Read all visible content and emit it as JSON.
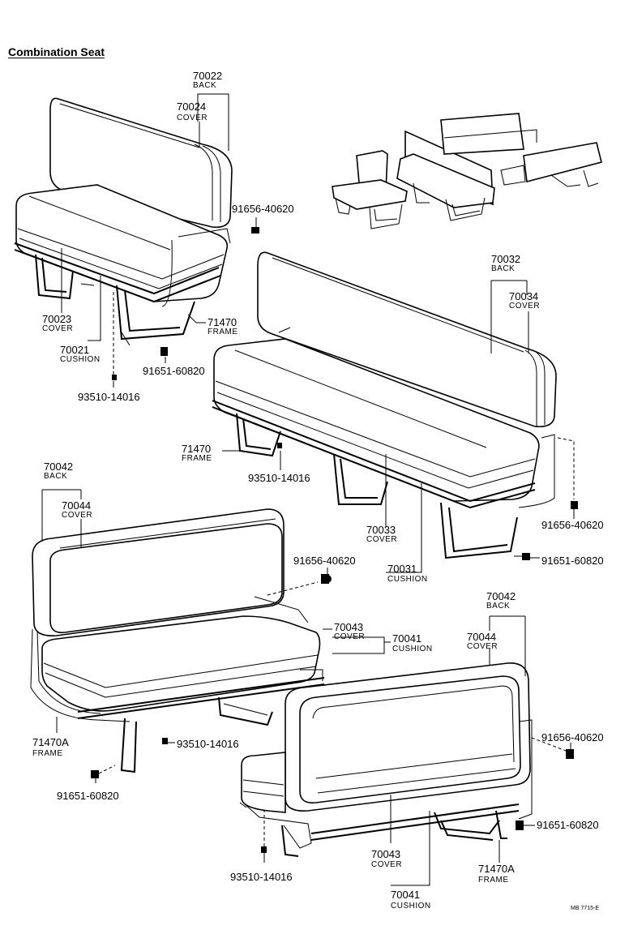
{
  "title": "Combination Seat",
  "footer_ref": "MB 7715-E",
  "labels": {
    "a70022": "70022",
    "a_back": "BACK",
    "a70024": "70024",
    "a_cover": "COVER",
    "a70023": "70023",
    "a_cover2": "COVER",
    "a70021": "70021",
    "a_cushion": "CUSHION",
    "a71470": "71470",
    "a_frame": "FRAME",
    "a91656": "91656-40620",
    "a91651": "91651-60820",
    "a93510": "93510-14016",
    "b70032": "70032",
    "b_back": "BACK",
    "b70034": "70034",
    "b_cover": "COVER",
    "b71470": "71470",
    "b_frame": "FRAME",
    "b93510": "93510-14016",
    "b70033": "70033",
    "b_cover2": "COVER",
    "b70031": "70031",
    "b_cushion": "CUSHION",
    "b91656": "91656-40620",
    "b91651": "91651-60820",
    "c70042": "70042",
    "c_back": "BACK",
    "c70044": "70044",
    "c_cover": "COVER",
    "c91656": "91656-40620",
    "c70043": "70043",
    "c_cover2": "COVER",
    "c70041": "70041",
    "c_cushion": "CUSHION",
    "c71470a": "71470A",
    "c_frame": "FRAME",
    "c93510": "93510-14016",
    "c91651": "91651-60820",
    "d70042": "70042",
    "d_back": "BACK",
    "d70044": "70044",
    "d_cover": "COVER",
    "d91656": "91656-40620",
    "d91651": "91651-60820",
    "d93510": "93510-14016",
    "d70043": "70043",
    "d_cover2": "COVER",
    "d70041": "70041",
    "d_cushion": "CUSHION",
    "d71470a": "71470A",
    "d_frame": "FRAME"
  }
}
